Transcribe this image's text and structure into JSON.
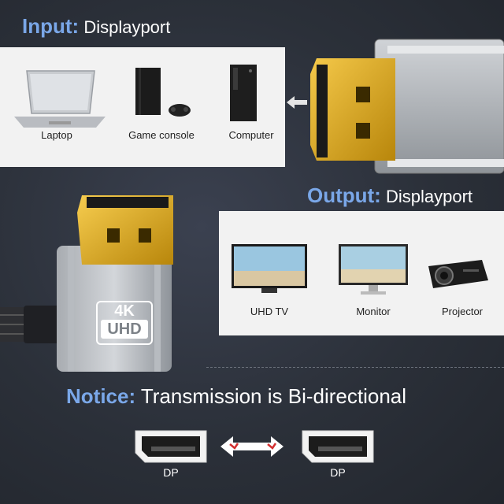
{
  "input": {
    "key": "Input:",
    "value": "Displayport"
  },
  "output": {
    "key": "Output:",
    "value": "Displayport"
  },
  "input_devices": [
    {
      "label": "Laptop",
      "icon": "laptop-icon"
    },
    {
      "label": "Game console",
      "icon": "game-console-icon"
    },
    {
      "label": "Computer",
      "icon": "computer-tower-icon"
    }
  ],
  "output_devices": [
    {
      "label": "UHD TV",
      "icon": "tv-icon"
    },
    {
      "label": "Monitor",
      "icon": "monitor-icon"
    },
    {
      "label": "Projector",
      "icon": "projector-icon"
    }
  ],
  "badge": {
    "line1": "4K",
    "line2": "UHD"
  },
  "notice": {
    "key": "Notice:",
    "value": "Transmission is Bi-directional"
  },
  "ports": [
    {
      "label": "DP"
    },
    {
      "label": "DP"
    }
  ],
  "colors": {
    "accent": "#7aa7e8",
    "gold": "#d9a416",
    "panel": "#f2f2f2",
    "arrow_red": "#d32f2f"
  }
}
